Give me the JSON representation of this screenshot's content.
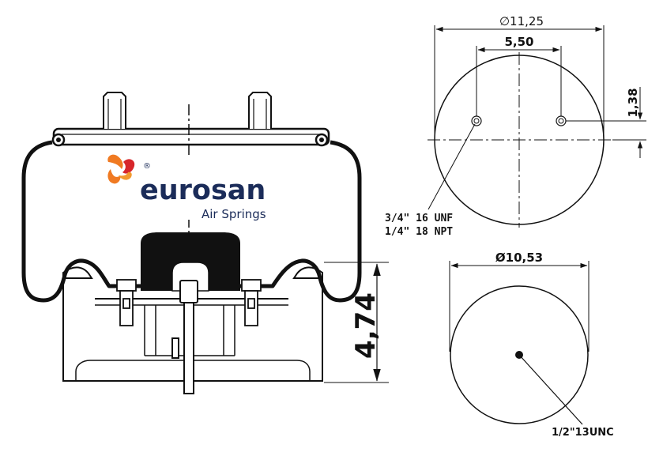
{
  "brand": {
    "name": "eurosan",
    "registered": "®",
    "subtitle": "Air Springs",
    "colors": {
      "primary": "#1b2c59",
      "flame_orange": "#f07a22",
      "flame_red": "#d7262b"
    }
  },
  "side_view": {
    "height_label": "4,74"
  },
  "top_plate": {
    "diameter_label": "∅11,25",
    "stud_spacing_label": "5,50",
    "offset_label": "1,38",
    "thread_labels": [
      "3/4\" 16 UNF",
      "1/4\" 18 NPT"
    ]
  },
  "bottom_plate": {
    "diameter_label": "Ø10,53",
    "thread_label": "1/2\"13UNC"
  }
}
